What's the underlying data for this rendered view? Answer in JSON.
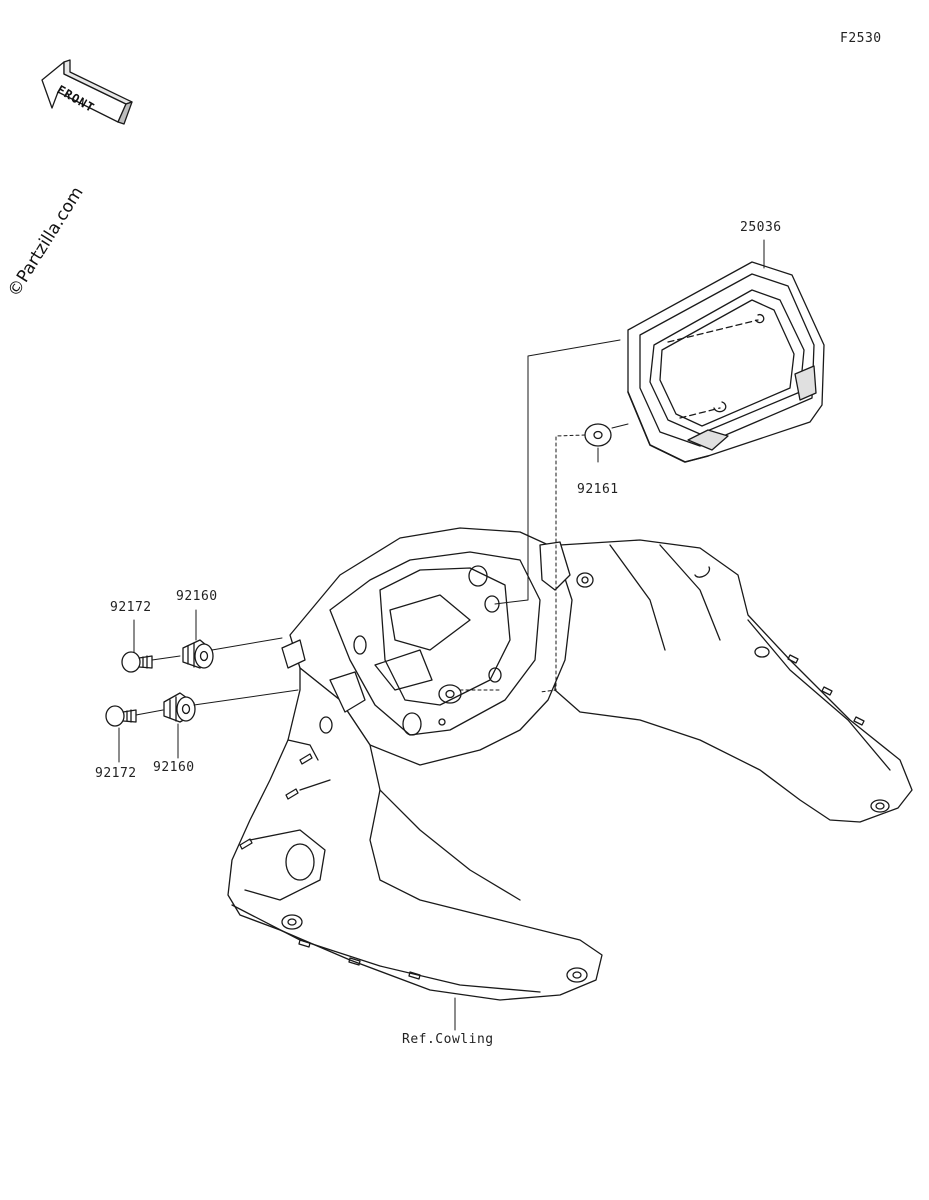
{
  "diagram": {
    "figure_code": "F2530",
    "front_arrow_text": "FRONT",
    "watermark": "©Partzilla.com",
    "part_labels": {
      "meter_assembly": "25036",
      "washer": "92161",
      "grommet_upper": "92160",
      "grommet_lower": "92160",
      "screw_upper": "92172",
      "screw_lower": "92172",
      "cowling_ref": "Ref.Cowling"
    }
  }
}
